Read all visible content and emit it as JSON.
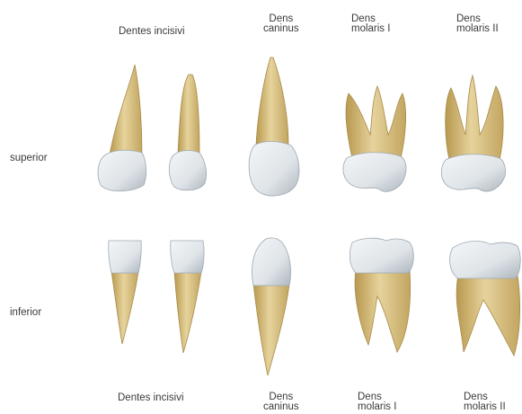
{
  "top_labels": {
    "incisivi": "Dentes incisivi",
    "caninus_1": "Dens",
    "caninus_2": "caninus",
    "molaris1_1": "Dens",
    "molaris1_2": "molaris I",
    "molaris2_1": "Dens",
    "molaris2_2": "molaris II"
  },
  "bottom_labels": {
    "incisivi": "Dentes incisivi",
    "caninus_1": "Dens",
    "caninus_2": "caninus",
    "molaris1_1": "Dens",
    "molaris1_2": "molaris I",
    "molaris2_1": "Dens",
    "molaris2_2": "molaris II"
  },
  "row_labels": {
    "superior": "superior",
    "inferior": "inferior"
  },
  "colors": {
    "root": "#dcc88e",
    "root_shade": "#b89a55",
    "crown": "#e8ecef",
    "crown_shade": "#b9c1c8"
  }
}
